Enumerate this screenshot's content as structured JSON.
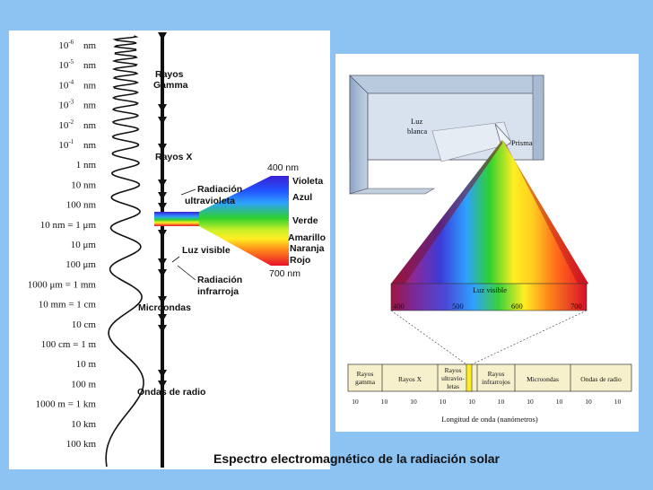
{
  "scale": {
    "labels": [
      {
        "base": "10",
        "exp": "-6",
        "unit": "nm"
      },
      {
        "base": "10",
        "exp": "-5",
        "unit": "nm"
      },
      {
        "base": "10",
        "exp": "-4",
        "unit": "nm"
      },
      {
        "base": "10",
        "exp": "-3",
        "unit": "nm"
      },
      {
        "base": "10",
        "exp": "-2",
        "unit": "nm"
      },
      {
        "base": "10",
        "exp": "-1",
        "unit": "nm"
      },
      {
        "text": "1 nm"
      },
      {
        "text": "10 nm"
      },
      {
        "text": "100 nm"
      },
      {
        "text": "10   nm = 1 μm"
      },
      {
        "text": "10 μm"
      },
      {
        "text": "100 μm"
      },
      {
        "text": "1000 μm = 1 mm"
      },
      {
        "text": "10 mm = 1 cm"
      },
      {
        "text": "10 cm"
      },
      {
        "text": "100 cm = 1 m"
      },
      {
        "text": "10 m"
      },
      {
        "text": "100 m"
      },
      {
        "text": "1000 m = 1 km"
      },
      {
        "text": "10 km"
      },
      {
        "text": "100 km"
      }
    ]
  },
  "bands": {
    "gamma_line1": "Rayos",
    "gamma_line2": "Gamma",
    "xray": "Rayos X",
    "uv_line1": "Radiación",
    "uv_line2": "ultravioleta",
    "visible": "Luz visible",
    "ir_line1": "Radiación",
    "ir_line2": "infrarroja",
    "microwave": "Microondas",
    "radio": "Ondas de radio"
  },
  "visible_spectrum": {
    "top_label": "400 nm",
    "bottom_label": "700 nm",
    "colors": [
      "Violeta",
      "Azul",
      "Verde",
      "Amarillo",
      "Naranja",
      "Rojo"
    ]
  },
  "prism": {
    "white_light_line1": "Luz",
    "white_light_line2": "blanca",
    "prism_label": "Prisma",
    "visible_label": "Luz visible",
    "ticks": [
      "400",
      "500",
      "600",
      "700"
    ],
    "spectrum_cells": [
      {
        "line1": "Rayos",
        "line2": "gamma"
      },
      {
        "line1": "Rayos X",
        "line2": ""
      },
      {
        "line1": "Rayos",
        "line2": "ultravio-",
        "line3": "letas"
      },
      {
        "line1": "Rayos",
        "line2": "infrarrojos"
      },
      {
        "line1": "Microondas",
        "line2": ""
      },
      {
        "line1": "Ondas de radio",
        "line2": ""
      }
    ],
    "axis_ticks": [
      "10",
      "10",
      "10",
      "10",
      "10",
      "10",
      "10",
      "10",
      "10",
      "10"
    ],
    "axis_label": "Longitud de onda (nanómetros)"
  },
  "caption": "Espectro electromagnético de la radiación solar",
  "colors": {
    "background": "#8cc3f2",
    "violet": "#3a1fd6",
    "blue": "#2ea0ff",
    "green": "#2ed12e",
    "yellow": "#ffee22",
    "orange": "#ff8c1a",
    "red": "#e8102a"
  }
}
